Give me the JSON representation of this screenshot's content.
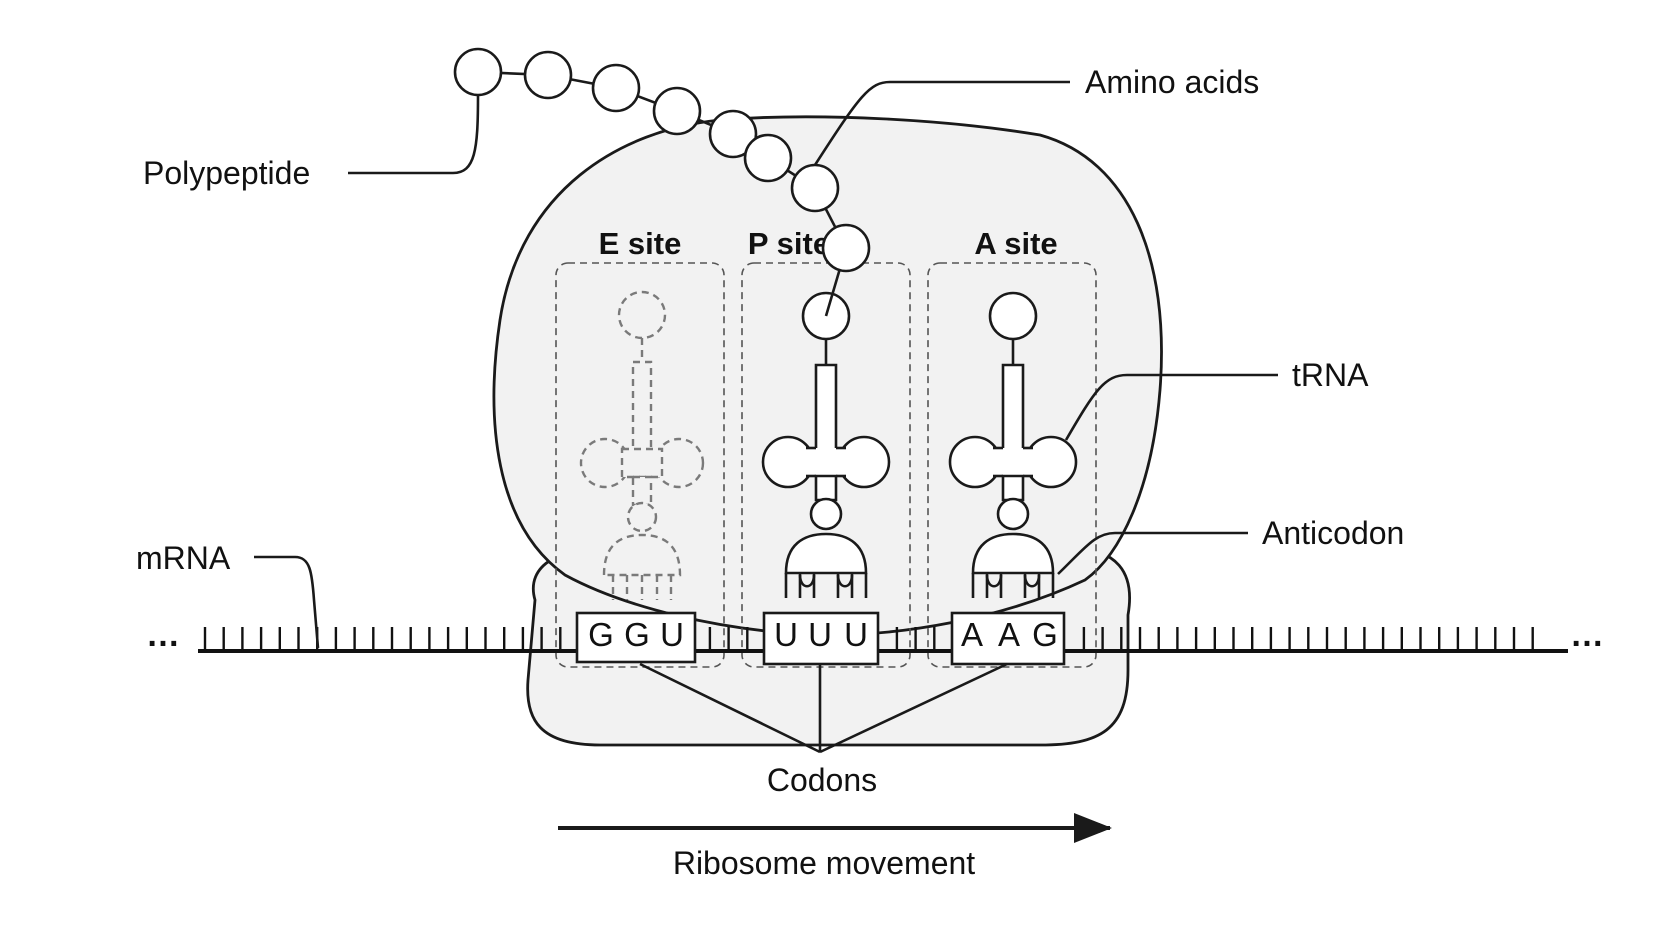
{
  "labels": {
    "polypeptide": "Polypeptide",
    "amino_acids": "Amino acids",
    "trna": "tRNA",
    "anticodon": "Anticodon",
    "mrna": "mRNA",
    "codons": "Codons",
    "ribosome_movement": "Ribosome movement",
    "ellipsis": "…"
  },
  "sites": [
    {
      "name": "E site",
      "codon": [
        "G",
        "G",
        "U"
      ]
    },
    {
      "name": "P site",
      "codon": [
        "U",
        "U",
        "U"
      ]
    },
    {
      "name": "A site",
      "codon": [
        "A",
        "A",
        "G"
      ]
    }
  ],
  "colors": {
    "ribosome_fill": "#f2f2f2",
    "outline": "#1a1a1a",
    "ghost_outline": "#7a7a7a",
    "background": "#ffffff"
  }
}
